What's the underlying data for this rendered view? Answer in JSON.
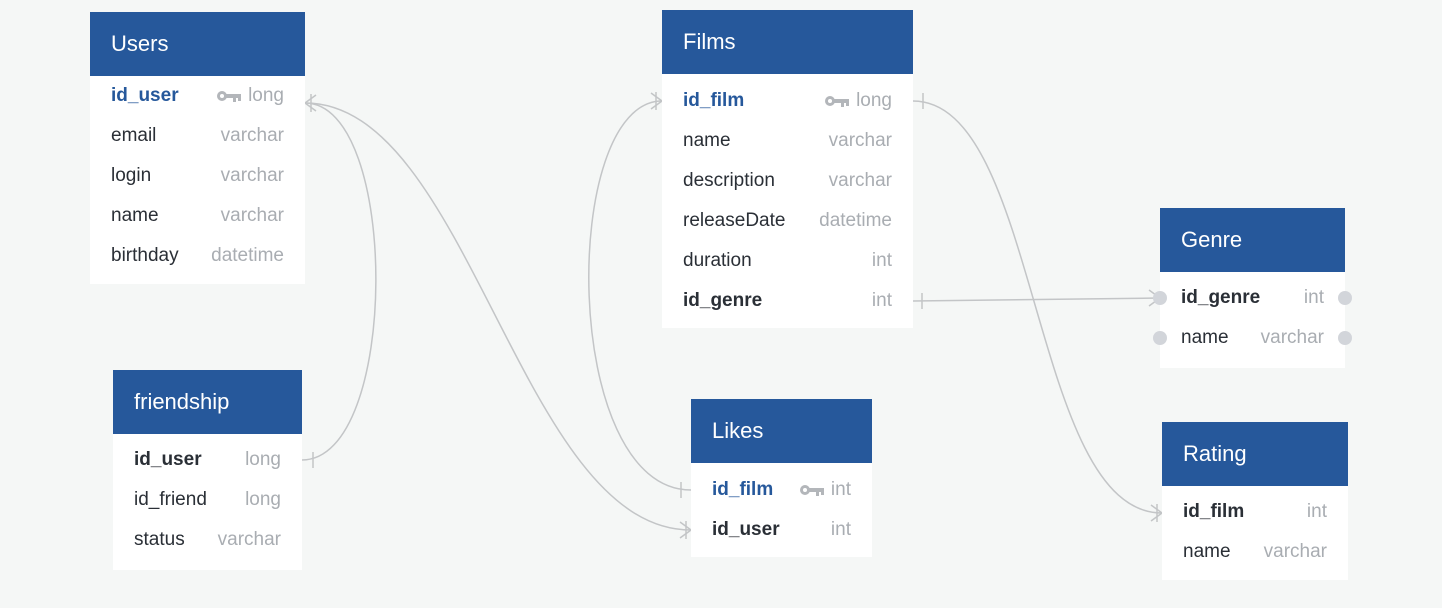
{
  "tables": {
    "users": {
      "title": "Users",
      "fields": [
        {
          "name": "id_user",
          "type": "long"
        },
        {
          "name": "email",
          "type": "varchar"
        },
        {
          "name": "login",
          "type": "varchar"
        },
        {
          "name": "name",
          "type": "varchar"
        },
        {
          "name": "birthday",
          "type": "datetime"
        }
      ]
    },
    "friendship": {
      "title": "friendship",
      "fields": [
        {
          "name": "id_user",
          "type": "long"
        },
        {
          "name": "id_friend",
          "type": "long"
        },
        {
          "name": "status",
          "type": "varchar"
        }
      ]
    },
    "films": {
      "title": "Films",
      "fields": [
        {
          "name": "id_film",
          "type": "long"
        },
        {
          "name": "name",
          "type": "varchar"
        },
        {
          "name": "description",
          "type": "varchar"
        },
        {
          "name": "releaseDate",
          "type": "datetime"
        },
        {
          "name": "duration",
          "type": "int"
        },
        {
          "name": "id_genre",
          "type": "int"
        }
      ]
    },
    "likes": {
      "title": "Likes",
      "fields": [
        {
          "name": "id_film",
          "type": "int"
        },
        {
          "name": "id_user",
          "type": "int"
        }
      ]
    },
    "genre": {
      "title": "Genre",
      "fields": [
        {
          "name": "id_genre",
          "type": "int"
        },
        {
          "name": "name",
          "type": "varchar"
        }
      ]
    },
    "rating": {
      "title": "Rating",
      "fields": [
        {
          "name": "id_film",
          "type": "int"
        },
        {
          "name": "name",
          "type": "varchar"
        }
      ]
    }
  },
  "colors": {
    "header": "#26589b",
    "connector": "#c3c5c7",
    "background": "#f5f7f6"
  },
  "icons": [
    "key-icon"
  ]
}
